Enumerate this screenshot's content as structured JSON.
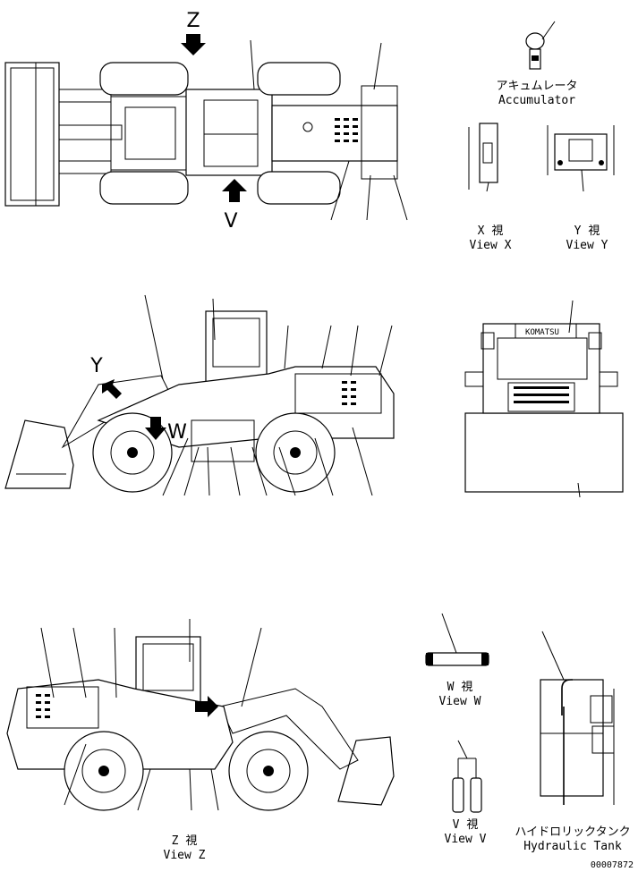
{
  "top_view": {
    "arrow_z_label": "Z",
    "arrow_v_label": "V"
  },
  "accumulator": {
    "label_ja": "アキュムレータ",
    "label_en": "Accumulator"
  },
  "view_x": {
    "label_ja": "X 視",
    "label_en": "View X"
  },
  "view_y": {
    "label_ja": "Y 視",
    "label_en": "View Y"
  },
  "side_view": {
    "arrow_y_label": "Y",
    "arrow_w_label": "W"
  },
  "rear_view": {
    "brand_text": "KOMATSU"
  },
  "view_w": {
    "label_ja": "W 視",
    "label_en": "View W"
  },
  "view_v": {
    "label_ja": "V 視",
    "label_en": "View V"
  },
  "view_z": {
    "label_ja": "Z 視",
    "label_en": "View Z"
  },
  "hydraulic_tank": {
    "label_ja": "ハイドロリックタンク",
    "label_en": "Hydraulic Tank"
  },
  "drawing_number": "00007872"
}
